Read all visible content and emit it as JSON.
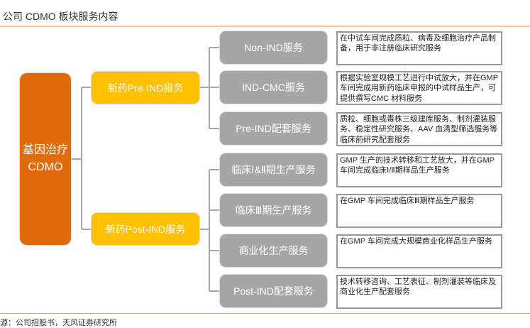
{
  "title": "公司 CDMO 板块服务内容",
  "source": "源：公司招股书，天风证券研究所",
  "root": "基因治疗\nCDMO",
  "root_lines": [
    "基因治疗",
    "CDMO"
  ],
  "branches": [
    {
      "label": "新药Pre-IND服务",
      "services": [
        {
          "name": "Non-IND服务",
          "desc": "在中试车间完成质粒、病毒及细胞治疗产品制备，用于非注册临床研究服务"
        },
        {
          "name": "IND-CMC服务",
          "desc": "根据实验室规模工艺进行中试放大，并在GMP 车间完成用新药临床申报的中试样品生产，可提供撰写CMC 材料服务"
        },
        {
          "name": "Pre-IND配套服务",
          "desc": "质粒、细胞或毒株三级建库服务、制剂灌装服务、稳定性研究服务、AAV 血清型筛选服务等临床前研究配套服务"
        }
      ]
    },
    {
      "label": "新药Post-IND服务",
      "services": [
        {
          "name": "临床Ⅰ&Ⅱ期生产服务",
          "desc": "GMP 生产的技术转移和工艺放大，并在GMP 车间完成临床Ⅰ/Ⅱ期样品生产服务"
        },
        {
          "name": "临床Ⅲ期生产服务",
          "desc": "在GMP 车间完成临床Ⅲ期样品生产服务"
        },
        {
          "name": "商业化生产服务",
          "desc": "在GMP 车间完成大规模商业化样品生产服务"
        },
        {
          "name": "Post-IND配套服务",
          "desc": "技术转移咨询、工艺表征、制剂灌装等临床及商业化生产配套服务"
        }
      ]
    }
  ],
  "colors": {
    "root": "#e36c0a",
    "branch": "#ffc000",
    "service": "#a6a6a6"
  }
}
